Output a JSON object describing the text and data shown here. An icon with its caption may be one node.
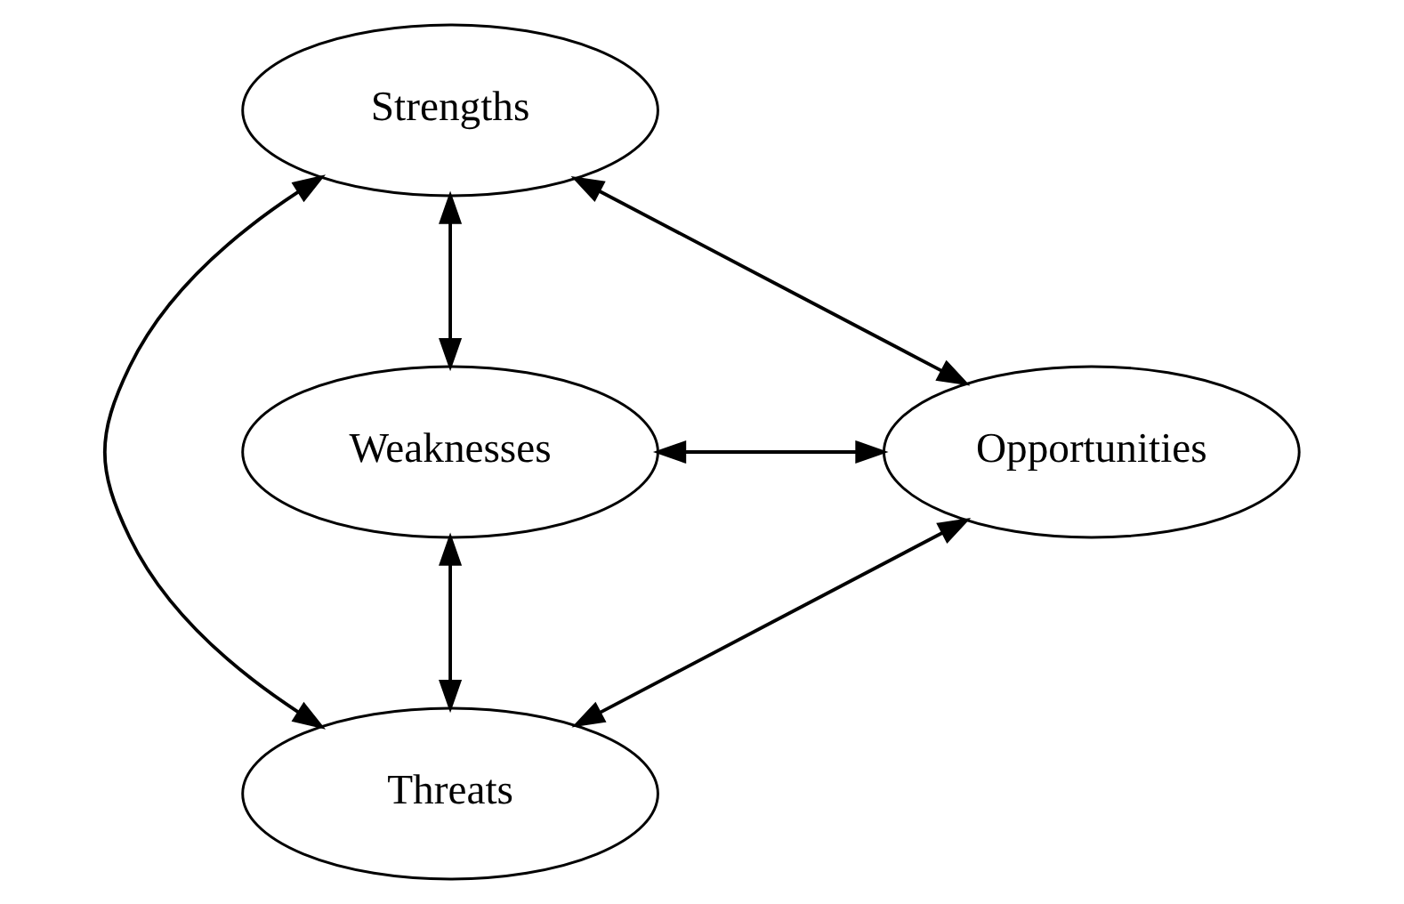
{
  "diagram": {
    "nodes": [
      {
        "text": [
          "Strengths"
        ]
      },
      {
        "text": [
          "Weaknesses"
        ]
      },
      {
        "text": [
          "Opportunities"
        ]
      },
      {
        "text": [
          "Threats"
        ]
      }
    ],
    "edges": [
      {
        "from": 1,
        "to": 0,
        "arrow": "both"
      },
      {
        "from": 0,
        "to": 2,
        "arrow": "both"
      },
      {
        "from": 0,
        "to": 3,
        "arrow": "both"
      },
      {
        "from": 1,
        "to": 2,
        "arrow": "both"
      },
      {
        "from": 1,
        "to": 3,
        "arrow": "both"
      },
      {
        "from": 2,
        "to": 3,
        "arrow": "both"
      }
    ]
  }
}
